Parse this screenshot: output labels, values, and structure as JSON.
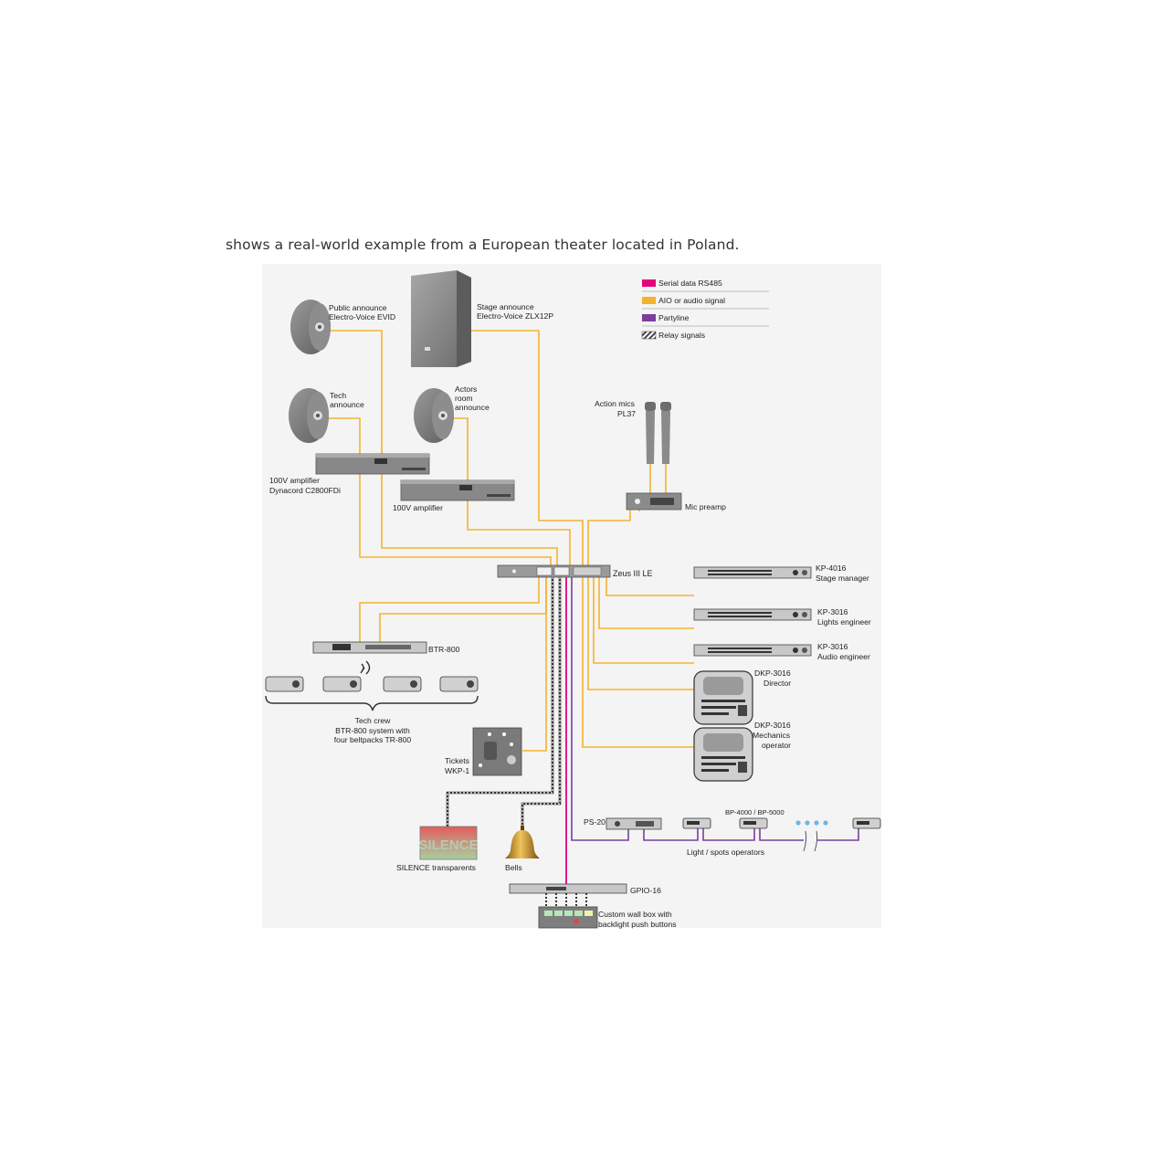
{
  "caption": "shows a real-world example from a European theater located in Poland.",
  "colors": {
    "serial": "#e5007e",
    "aio": "#f4b32e",
    "partyline": "#7b3e9c",
    "relay": "#555555",
    "panel": "#f4f4f4"
  },
  "legend": [
    {
      "label": "Serial data RS485",
      "color": "#e5007e"
    },
    {
      "label": "AIO or audio signal",
      "color": "#f4b32e"
    },
    {
      "label": "Partyline",
      "color": "#7b3e9c"
    },
    {
      "label": "Relay signals",
      "pattern": "hatched"
    }
  ],
  "devices": {
    "public_announce": [
      "Public announce",
      "Electro-Voice EVID"
    ],
    "stage_announce": [
      "Stage announce",
      "Electro-Voice ZLX12P"
    ],
    "tech_announce": [
      "Tech",
      "announce"
    ],
    "actors_announce": [
      "Actors",
      "room",
      "announce"
    ],
    "amp1": [
      "100V amplifier",
      "Dynacord C2800FDi"
    ],
    "amp2": [
      "100V amplifier"
    ],
    "action_mics": [
      "Action mics",
      "PL37"
    ],
    "mic_preamp": [
      "Mic preamp"
    ],
    "zeus": [
      "Zeus III LE"
    ],
    "kp4016": [
      "KP-4016",
      "Stage manager"
    ],
    "kp3016_lights": [
      "KP-3016",
      "Lights engineer"
    ],
    "kp3016_audio": [
      "KP-3016",
      "Audio engineer"
    ],
    "dkp_director": [
      "DKP-3016",
      "Director"
    ],
    "dkp_mechanics": [
      "DKP-3016",
      "Mechanics",
      "operator"
    ],
    "btr800": [
      "BTR-800"
    ],
    "tech_crew": [
      "Tech crew",
      "BTR-800 system with",
      "four beltpacks TR-800"
    ],
    "tickets": [
      "Tickets",
      "WKP-1"
    ],
    "silence": [
      "SILENCE transparents"
    ],
    "silence_sign": "SILENCE",
    "bells": [
      "Bells"
    ],
    "ps20": [
      "PS-20"
    ],
    "bp": [
      "BP-4000 / BP-5000"
    ],
    "light_spots": [
      "Light / spots operators"
    ],
    "gpio16": [
      "GPIO-16"
    ],
    "wallbox": [
      "Custom wall box with",
      "backlight push buttons"
    ]
  }
}
